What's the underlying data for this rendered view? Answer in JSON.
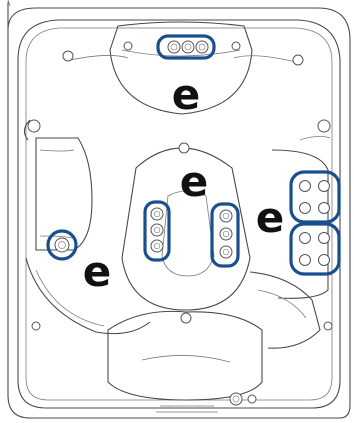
{
  "labels": {
    "top": "e",
    "center": "e",
    "right": "e",
    "left": "e"
  },
  "colors": {
    "highlight": "#1a4f8e",
    "outline": "#4a4a4a",
    "label": "#111111"
  },
  "highlight_groups": [
    "top-jet-cluster",
    "center-left-jet-column",
    "center-right-jet-column",
    "right-jet-upper-group",
    "right-jet-lower-group",
    "left-jet"
  ]
}
